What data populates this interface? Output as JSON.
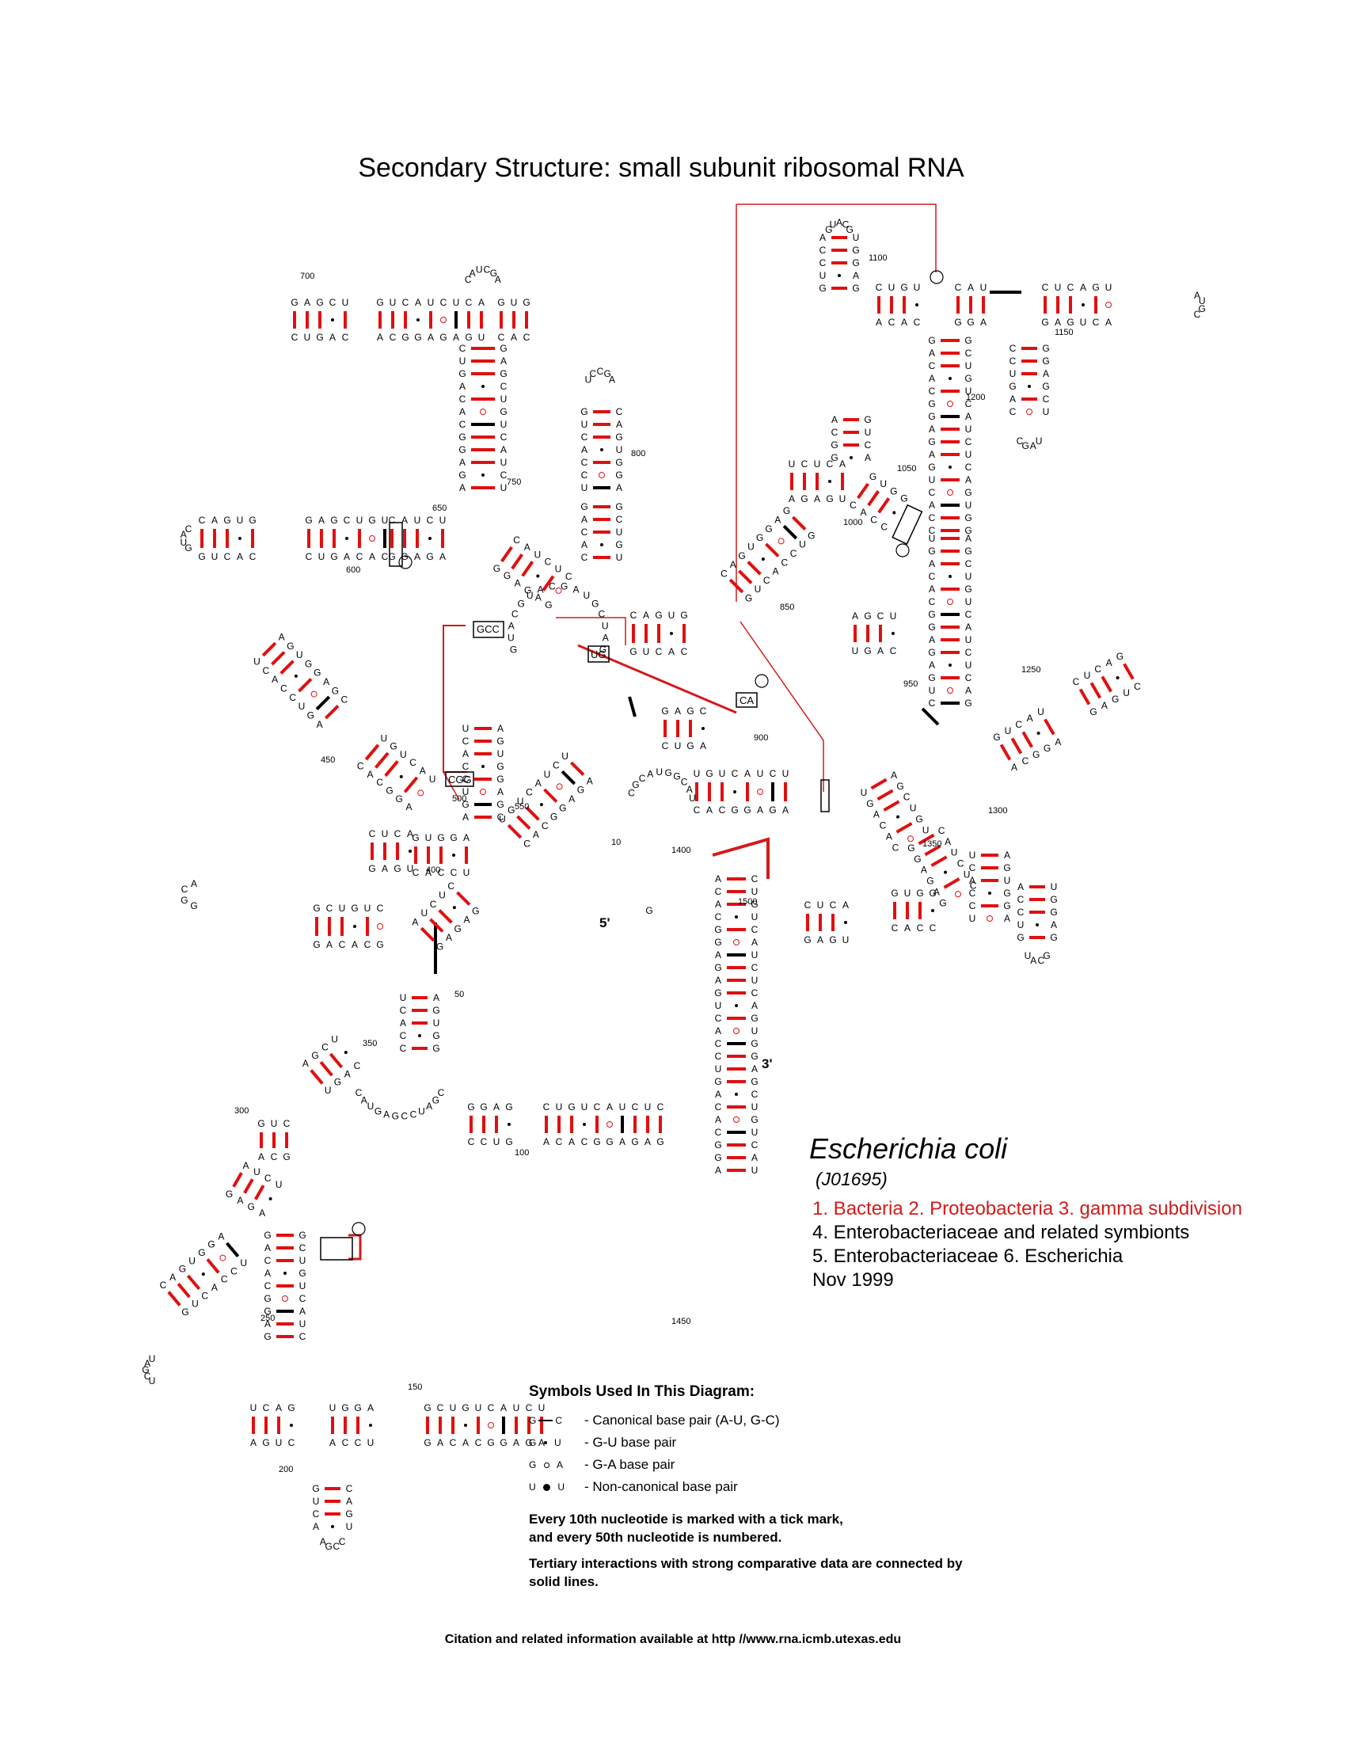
{
  "title": "Secondary Structure: small subunit ribosomal RNA",
  "organism": {
    "name": "Escherichia coli",
    "accession": "(J01695)",
    "lineage_red": "1. Bacteria 2. Proteobacteria 3. gamma subdivision",
    "lineage_black_1": "4. Enterobacteriaceae and related symbionts",
    "lineage_black_2": "5. Enterobacteriaceae 6. Escherichia",
    "date": "Nov 1999"
  },
  "ends": {
    "five_prime": "5'",
    "three_prime": "3'"
  },
  "position_labels": {
    "p10": "10",
    "p50": "50",
    "p100": "100",
    "p150": "150",
    "p200": "200",
    "p250": "250",
    "p300": "300",
    "p350": "350",
    "p400": "400",
    "p450": "450",
    "p500": "500",
    "p550": "550",
    "p600": "600",
    "p650": "650",
    "p700": "700",
    "p750": "750",
    "p800": "800",
    "p850": "850",
    "p900": "900",
    "p950": "950",
    "p1000": "1000",
    "p1050": "1050",
    "p1100": "1100",
    "p1150": "1150",
    "p1200": "1200",
    "p1250": "1250",
    "p1300": "1300",
    "p1350": "1350",
    "p1400": "1400",
    "p1450": "1450",
    "p1500": "1500"
  },
  "boxed_labels": {
    "gcc": "GCC",
    "cgg": "CGG",
    "ug": "UG",
    "ca": "CA"
  },
  "legend": {
    "title": "Symbols Used In This Diagram:",
    "items": [
      {
        "left": "G",
        "right": "C",
        "label": "- Canonical base pair (A-U, G-C)"
      },
      {
        "left": "G",
        "right": "U",
        "label": "- G-U base pair"
      },
      {
        "left": "G",
        "right": "A",
        "label": "- G-A base pair"
      },
      {
        "left": "U",
        "right": "U",
        "label": "- Non-canonical base pair"
      }
    ],
    "note_1a": "Every 10th nucleotide is marked with a tick mark,",
    "note_1b": "and every 50th nucleotide is numbered.",
    "note_2a": "Tertiary interactions with strong comparative data are connected by",
    "note_2b": "solid lines."
  },
  "citation": "Citation and related information available at http //www.rna.icmb.utexas.edu",
  "colors": {
    "pair": "#e01010",
    "text": "#000000",
    "tertiary": "#d41a1a",
    "lineage_red": "#d41a1a"
  }
}
